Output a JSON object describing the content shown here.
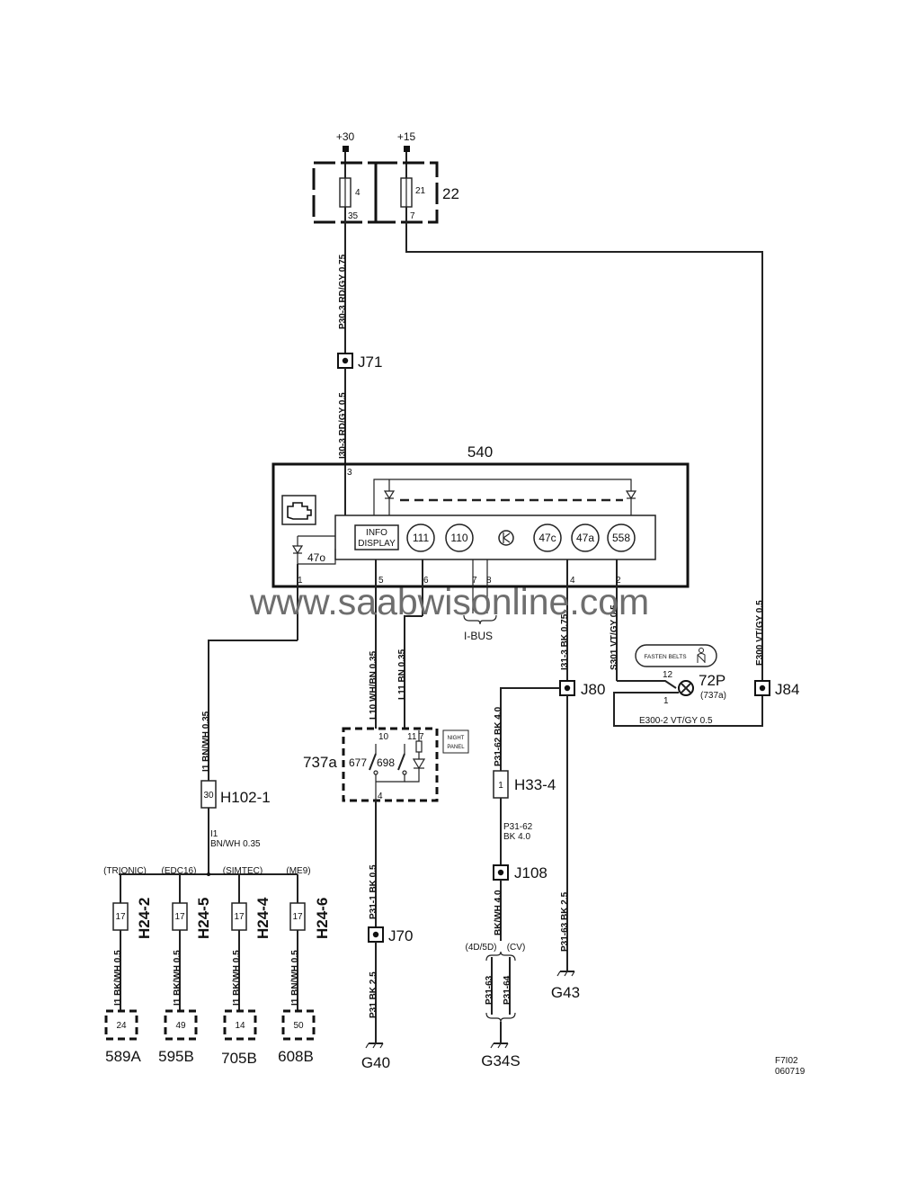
{
  "watermark": "www.saabwisonline.com",
  "terminals": {
    "t30": "+30",
    "t15": "+15"
  },
  "fusebox": {
    "id": "22",
    "fuse_a": "4",
    "fuse_a_pin": "35",
    "fuse_b": "21",
    "fuse_b_pin": "7"
  },
  "wires": {
    "p30_3_upper": "P30-3 RD/GY 0.75",
    "i30_3_lower": "I30-3 RD/GY 0.5",
    "l10": "L10 WH/BN 0.35",
    "l11": "L11 BN 0.35",
    "i31_3": "I31-3 BK 0.75",
    "s301": "S301 VT/GY 0.5",
    "e300": "E300 VT/GY 0.5",
    "e300_2": "E300-2 VT/GY 0.5",
    "i1_upper": "I1 BN/WH 0.35",
    "i1_lower_a": "I1",
    "i1_lower_b": "BN/WH 0.35",
    "p31_62_upper": "P31-62 BK 4.0",
    "p31_62_lower_a": "P31-62",
    "p31_62_lower_b": "BK 4.0",
    "bkwh_4": "BK/WH 4.0",
    "p31_63_right": "P31-63 BK 2.5",
    "p31_1": "P31-1 BK 0.5",
    "p31": "P31 BK 2.5",
    "p31_63_g34": "P31-63",
    "p31_64_g34": "P31-64",
    "br_i1_a": "I1 BK/WH 0.5",
    "br_i1_b": "I1 BK/WH 0.5",
    "br_i1_c": "I1 BK/WH 0.5",
    "br_i1_d": "I1 BN/WH 0.5"
  },
  "splices": {
    "j71": "J71",
    "j80": "J80",
    "j84": "J84",
    "j108": "J108",
    "j70": "J70"
  },
  "module_540": {
    "id": "540",
    "pin3": "3",
    "pin1": "1",
    "pin5": "5",
    "pin6": "6",
    "pin7": "7",
    "pin8": "8",
    "pin4": "4",
    "pin2": "2",
    "bulb_label": "47o",
    "info_display_line1": "INFO",
    "info_display_line2": "DISPLAY",
    "gauges": [
      "111",
      "110",
      "47c",
      "47a",
      "558"
    ]
  },
  "ibus": "I-BUS",
  "lamp_72p": {
    "id": "72P",
    "sub": "(737a)",
    "pin12": "12",
    "pin1": "1",
    "fasten_belts": "FASTEN BELTS"
  },
  "switch_737a": {
    "id": "737a",
    "pin10": "10",
    "pin11": "11",
    "pin7": "7",
    "pin4": "4",
    "c677": "677",
    "c698": "698",
    "night_panel_1": "NIGHT",
    "night_panel_2": "PANEL"
  },
  "h102": {
    "id": "H102-1",
    "pin": "30"
  },
  "h33": {
    "id": "H33-4",
    "pin": "1"
  },
  "variants": {
    "trionic": "(TRIONIC)",
    "edc16": "(EDC16)",
    "simtec": "(SIMTEC)",
    "me9": "(ME9)",
    "v4d5d": "(4D/5D)",
    "cv": "(CV)"
  },
  "branches": [
    {
      "conn": "H24-2",
      "pin": "17",
      "ecu_pin": "24",
      "ecu": "589A"
    },
    {
      "conn": "H24-5",
      "pin": "17",
      "ecu_pin": "49",
      "ecu": "595B"
    },
    {
      "conn": "H24-4",
      "pin": "17",
      "ecu_pin": "14",
      "ecu": "705B"
    },
    {
      "conn": "H24-6",
      "pin": "17",
      "ecu_pin": "50",
      "ecu": "608B"
    }
  ],
  "grounds": {
    "g40": "G40",
    "g34s": "G34S",
    "g43": "G43"
  },
  "footer": {
    "code": "F7I02",
    "date": "060719"
  }
}
